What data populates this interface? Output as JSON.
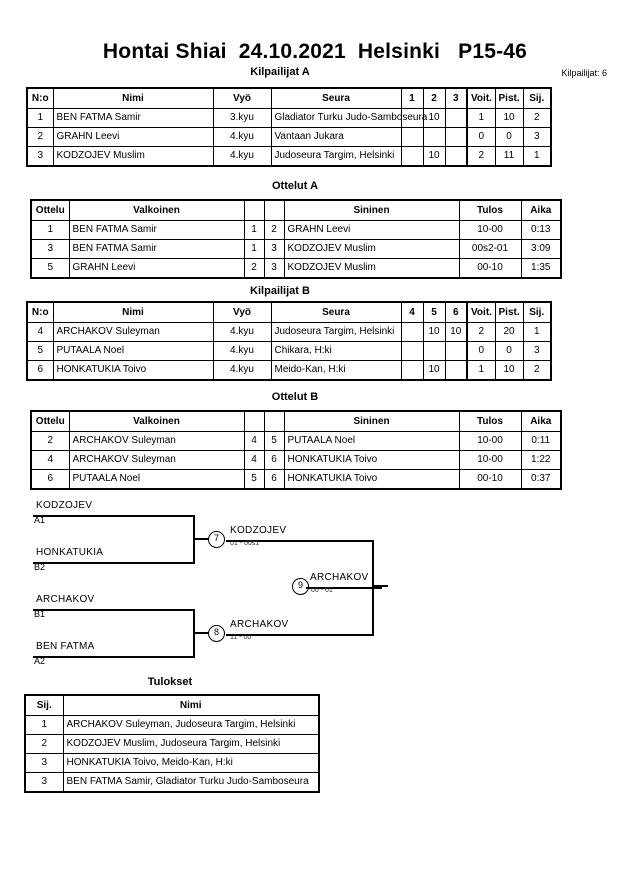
{
  "header": {
    "title": "Hontai Shiai  24.10.2021  Helsinki   P15-46",
    "entrant_count_label": "Kilpailijat: 6"
  },
  "pool_a": {
    "caption": "Kilpailijat A",
    "columns": [
      "N:o",
      "Nimi",
      "Vyö",
      "Seura",
      "1",
      "2",
      "3",
      "Voit.",
      "Pist.",
      "Sij."
    ],
    "rows": [
      {
        "no": "1",
        "name": "BEN FATMA Samir",
        "belt": "3.kyu",
        "club": "Gladiator Turku Judo-Samboseura",
        "s1": "",
        "s2": "10",
        "s3": "",
        "wins": "1",
        "points": "10",
        "rank": "2"
      },
      {
        "no": "2",
        "name": "GRAHN Leevi",
        "belt": "4.kyu",
        "club": "Vantaan Jukara",
        "s1": "",
        "s2": "",
        "s3": "",
        "wins": "0",
        "points": "0",
        "rank": "3"
      },
      {
        "no": "3",
        "name": "KODZOJEV Muslim",
        "belt": "4.kyu",
        "club": "Judoseura Targim, Helsinki",
        "s1": "",
        "s2": "10",
        "s3": "",
        "wins": "2",
        "points": "11",
        "rank": "1"
      }
    ]
  },
  "matches_a": {
    "caption": "Ottelut A",
    "columns": [
      "Ottelu",
      "Valkoinen",
      "",
      "",
      "Sininen",
      "Tulos",
      "Aika"
    ],
    "rows": [
      {
        "match": "1",
        "white": "BEN FATMA Samir",
        "wno": "1",
        "bno": "2",
        "blue": "GRAHN Leevi",
        "result": "10-00",
        "time": "0:13"
      },
      {
        "match": "3",
        "white": "BEN FATMA Samir",
        "wno": "1",
        "bno": "3",
        "blue": "KODZOJEV Muslim",
        "result": "00s2-01",
        "time": "3:09"
      },
      {
        "match": "5",
        "white": "GRAHN Leevi",
        "wno": "2",
        "bno": "3",
        "blue": "KODZOJEV Muslim",
        "result": "00-10",
        "time": "1:35"
      }
    ]
  },
  "pool_b": {
    "caption": "Kilpailijat B",
    "columns": [
      "N:o",
      "Nimi",
      "Vyö",
      "Seura",
      "4",
      "5",
      "6",
      "Voit.",
      "Pist.",
      "Sij."
    ],
    "rows": [
      {
        "no": "4",
        "name": "ARCHAKOV Suleyman",
        "belt": "4.kyu",
        "club": "Judoseura Targim, Helsinki",
        "s1": "",
        "s2": "10",
        "s3": "10",
        "wins": "2",
        "points": "20",
        "rank": "1"
      },
      {
        "no": "5",
        "name": "PUTAALA Noel",
        "belt": "4.kyu",
        "club": "Chikara, H:ki",
        "s1": "",
        "s2": "",
        "s3": "",
        "wins": "0",
        "points": "0",
        "rank": "3"
      },
      {
        "no": "6",
        "name": "HONKATUKIA Toivo",
        "belt": "4.kyu",
        "club": "Meido-Kan, H:ki",
        "s1": "",
        "s2": "10",
        "s3": "",
        "wins": "1",
        "points": "10",
        "rank": "2"
      }
    ]
  },
  "matches_b": {
    "caption": "Ottelut B",
    "columns": [
      "Ottelu",
      "Valkoinen",
      "",
      "",
      "Sininen",
      "Tulos",
      "Aika"
    ],
    "rows": [
      {
        "match": "2",
        "white": "ARCHAKOV Suleyman",
        "wno": "4",
        "bno": "5",
        "blue": "PUTAALA Noel",
        "result": "10-00",
        "time": "0:11"
      },
      {
        "match": "4",
        "white": "ARCHAKOV Suleyman",
        "wno": "4",
        "bno": "6",
        "blue": "HONKATUKIA Toivo",
        "result": "10-00",
        "time": "1:22"
      },
      {
        "match": "6",
        "white": "PUTAALA Noel",
        "wno": "5",
        "bno": "6",
        "blue": "HONKATUKIA Toivo",
        "result": "00-10",
        "time": "0:37"
      }
    ]
  },
  "bracket": {
    "entries": [
      {
        "name": "KODZOJEV",
        "seed": "A1"
      },
      {
        "name": "HONKATUKIA",
        "seed": "B2"
      },
      {
        "name": "ARCHAKOV",
        "seed": "B1"
      },
      {
        "name": "BEN FATMA",
        "seed": "A2"
      }
    ],
    "nodes": [
      {
        "number": "7",
        "winner": "KODZOJEV",
        "score": "01 - 00s1"
      },
      {
        "number": "8",
        "winner": "ARCHAKOV",
        "score": "11 - 00"
      },
      {
        "number": "9",
        "winner": "ARCHAKOV",
        "score": "00 - 01"
      }
    ]
  },
  "results": {
    "caption": "Tulokset",
    "columns": [
      "Sij.",
      "Nimi"
    ],
    "rows": [
      {
        "rank": "1",
        "name": "ARCHAKOV Suleyman, Judoseura Targim, Helsinki"
      },
      {
        "rank": "2",
        "name": "KODZOJEV Muslim, Judoseura Targim, Helsinki"
      },
      {
        "rank": "3",
        "name": "HONKATUKIA Toivo, Meido-Kan, H:ki"
      },
      {
        "rank": "3",
        "name": "BEN FATMA Samir, Gladiator Turku Judo-Samboseura"
      }
    ]
  }
}
